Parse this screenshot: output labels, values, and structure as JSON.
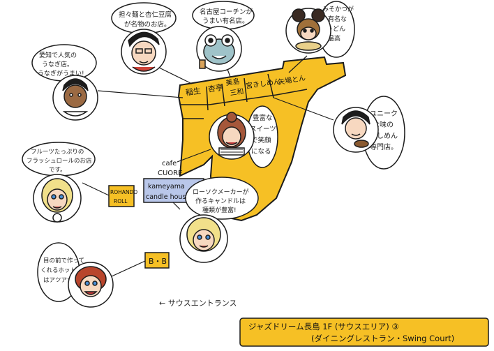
{
  "colors": {
    "floor": "#f6c025",
    "outline": "#1c1c1c",
    "label_box": "#f6c025",
    "candle_box": "#b9c7ea",
    "skin": "#f7d8c0",
    "title_box": "#f6c025"
  },
  "map": {
    "shops": [
      {
        "id": "inasei",
        "lines": [
          "稲生"
        ]
      },
      {
        "id": "kyoan",
        "lines": [
          "杏亭"
        ]
      },
      {
        "id": "yaeshima-miwa",
        "lines": [
          "美島",
          "三和"
        ]
      },
      {
        "id": "miyakishimen",
        "lines": [
          "宮きしめん"
        ]
      },
      {
        "id": "yabaton",
        "lines": [
          "矢場とん"
        ]
      },
      {
        "id": "cafe-cuore",
        "lines": [
          "cafe",
          "CUORE"
        ]
      },
      {
        "id": "kameyama",
        "lines": [
          "kameyama",
          "candle house"
        ]
      },
      {
        "id": "rohando-roll",
        "lines": [
          "ROHANDO",
          "ROLL"
        ]
      },
      {
        "id": "bb",
        "lines": [
          "B・B"
        ]
      }
    ],
    "south_entrance": "← サウスエントランス"
  },
  "bubbles": [
    {
      "id": "tantanmen",
      "lines": [
        "担々麺と杏仁豆腐",
        "が名物のお店。"
      ]
    },
    {
      "id": "nagoya-cochin",
      "lines": [
        "名古屋コーチンが",
        "うまい有名店。"
      ]
    },
    {
      "id": "misokatsu",
      "lines": [
        "みそかつが",
        "有名な",
        "うどん",
        "最高"
      ]
    },
    {
      "id": "unagi",
      "lines": [
        "愛知で人気の",
        "うなぎ店。",
        "うなぎがうまい!"
      ]
    },
    {
      "id": "kishimen",
      "lines": [
        "ユニーク",
        "な味の",
        "きしめん",
        "専門店。"
      ]
    },
    {
      "id": "sweets",
      "lines": [
        "豊富な",
        "スイーツ",
        "で笑顔",
        "になる"
      ]
    },
    {
      "id": "fruit-roll",
      "lines": [
        "フルーツたっぷりの",
        "フラッシュロールのお店",
        "です。"
      ]
    },
    {
      "id": "candle",
      "lines": [
        "ローソクメーカーが",
        "作るキャンドルは",
        "種類が豊富!"
      ]
    },
    {
      "id": "hotdog",
      "lines": [
        "目の前で作って",
        "くれるホットドッグ",
        "はアツアツ。"
      ]
    }
  ],
  "title": {
    "line1": "ジャズドリーム長島 1F (サウスエリア) ③",
    "line2": "(ダイニングレストラン・Swing Court)"
  }
}
